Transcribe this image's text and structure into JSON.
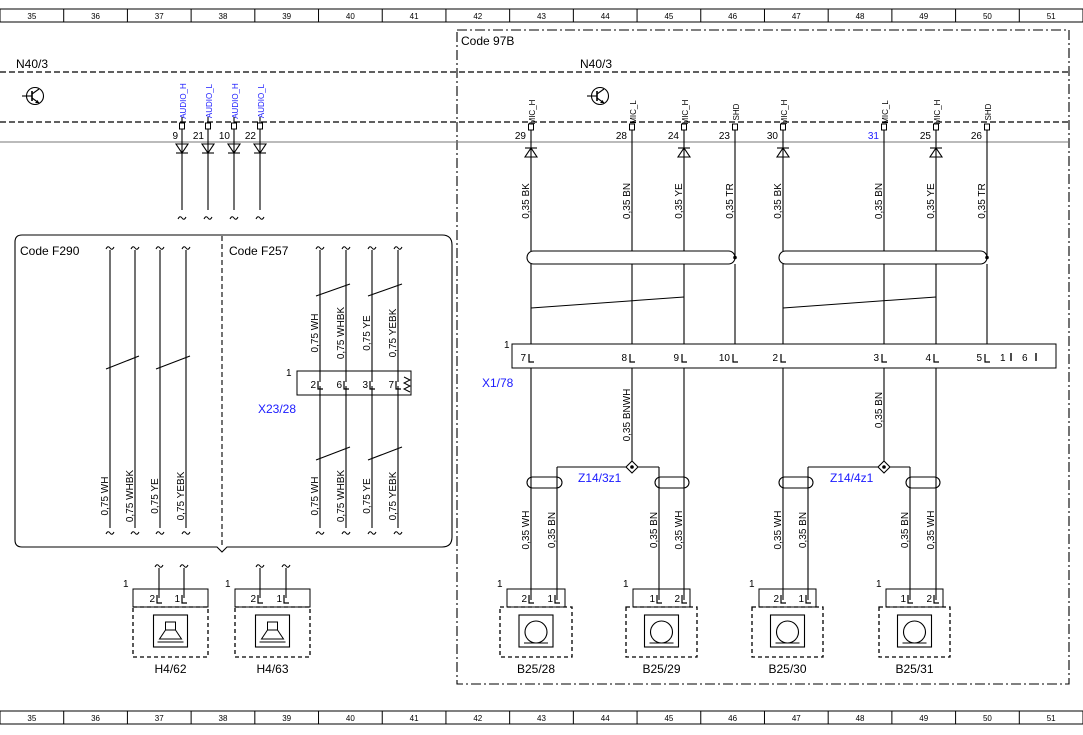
{
  "ruler": {
    "columns": [
      "35",
      "36",
      "37",
      "38",
      "39",
      "40",
      "41",
      "42",
      "43",
      "44",
      "45",
      "46",
      "47",
      "48",
      "49",
      "50",
      "51"
    ]
  },
  "sections": {
    "code_97b": "Code 97B",
    "code_f290": "Code F290",
    "code_f257": "Code F257"
  },
  "modules": {
    "left": "N40/3",
    "right": "N40/3"
  },
  "left_pins": [
    {
      "num": "9",
      "sig": "AUDIO_H"
    },
    {
      "num": "21",
      "sig": "AUDIO_L"
    },
    {
      "num": "10",
      "sig": "AUDIO_H"
    },
    {
      "num": "22",
      "sig": "AUDIO_L"
    }
  ],
  "right_pins": [
    {
      "num": "29",
      "sig": "MIC_H"
    },
    {
      "num": "28",
      "sig": "MIC_L"
    },
    {
      "num": "24",
      "sig": "MIC_H"
    },
    {
      "num": "23",
      "sig": "SHD"
    },
    {
      "num": "30",
      "sig": "MIC_H"
    },
    {
      "num": "31",
      "sig": "MIC_L"
    },
    {
      "num": "25",
      "sig": "MIC_H"
    },
    {
      "num": "26",
      "sig": "SHD"
    }
  ],
  "wires": {
    "right_top": [
      "0,35 BK",
      "0,35 BN",
      "0,35 YE",
      "0,35 TR",
      "0,35 BK",
      "0,35 BN",
      "0,35 YE",
      "0,35 TR"
    ],
    "f290_bottom": [
      "0,75 WH",
      "0,75 WHBK",
      "0,75 YE",
      "0,75 YEBK"
    ],
    "f257_top": [
      "0,75 WH",
      "0,75 WHBK",
      "0,75 YE",
      "0,75 YEBK"
    ],
    "f257_bottom": [
      "0,75 WH",
      "0,75 WHBK",
      "0,75 YE",
      "0,75 YEBK"
    ],
    "z1_mid": "0,35 BNWH",
    "z2_mid": "0,35 BN",
    "mic_bottom": [
      "0,35 WH",
      "0,35 BN",
      "0,35 BN",
      "0,35 WH",
      "0,35 WH",
      "0,35 BN",
      "0,35 BN",
      "0,35 WH"
    ]
  },
  "connectors": {
    "x23": {
      "name": "X23/28",
      "one": "1",
      "pins": [
        "2",
        "6",
        "3",
        "7"
      ]
    },
    "x1": {
      "name": "X1/78",
      "one": "1",
      "pins": [
        "7",
        "8",
        "9",
        "10",
        "2",
        "3",
        "4",
        "5"
      ],
      "extra": [
        "1",
        "6"
      ]
    },
    "z1": "Z14/3z1",
    "z2": "Z14/4z1"
  },
  "speakers": [
    {
      "name": "H4/62",
      "one": "1",
      "pins": [
        "2",
        "1"
      ]
    },
    {
      "name": "H4/63",
      "one": "1",
      "pins": [
        "2",
        "1"
      ]
    }
  ],
  "mics": [
    {
      "name": "B25/28",
      "one": "1",
      "pins": [
        "2",
        "1"
      ]
    },
    {
      "name": "B25/29",
      "one": "1",
      "pins": [
        "1",
        "2"
      ]
    },
    {
      "name": "B25/30",
      "one": "1",
      "pins": [
        "2",
        "1"
      ]
    },
    {
      "name": "B25/31",
      "one": "1",
      "pins": [
        "1",
        "2"
      ]
    }
  ],
  "colors": {
    "line": "#000000",
    "ref": "#1a1aff"
  }
}
